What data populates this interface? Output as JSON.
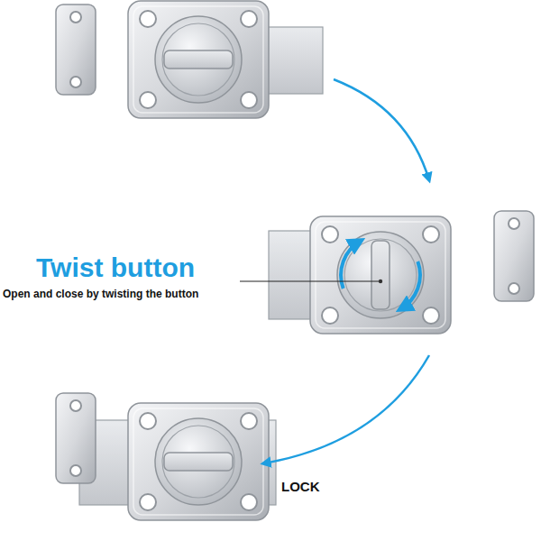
{
  "diagram": {
    "labels": [
      "Twist button",
      "Open and close by twisting the button",
      "LOCK"
    ]
  }
}
